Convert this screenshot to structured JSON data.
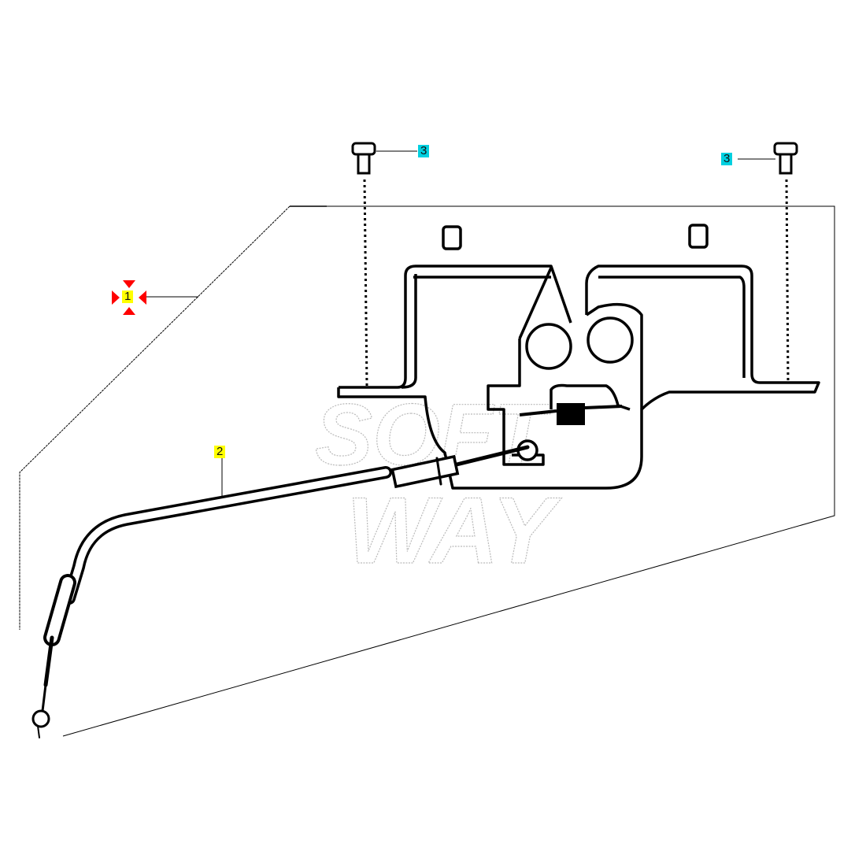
{
  "diagram": {
    "title": "Throttle control bracket and cable",
    "callouts": [
      {
        "id": "1",
        "label": "1",
        "highlight": "#ffff00",
        "marker": "#ff0000"
      },
      {
        "id": "2",
        "label": "2",
        "highlight": "#ffff00"
      },
      {
        "id": "3a",
        "label": "3",
        "highlight": "#00d0e0"
      },
      {
        "id": "3b",
        "label": "3",
        "highlight": "#00d0e0"
      }
    ],
    "watermark": {
      "line1": "SOFT",
      "line2": "WAY"
    }
  }
}
